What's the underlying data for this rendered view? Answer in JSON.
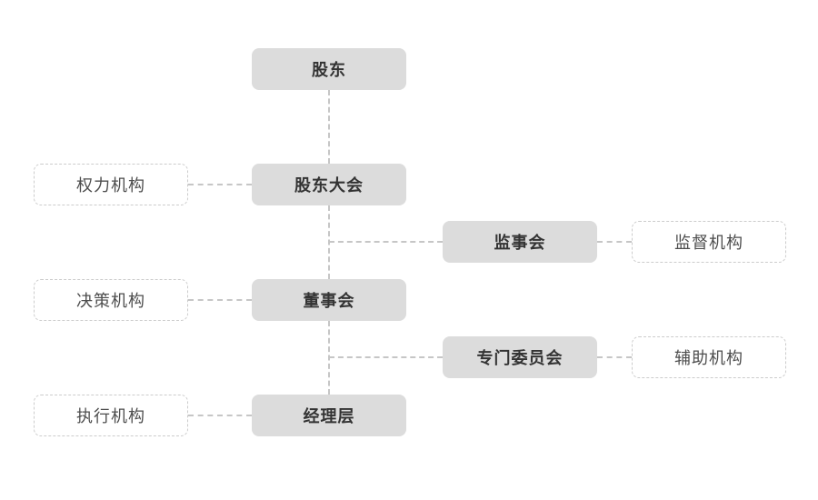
{
  "diagram": {
    "type": "org-chart",
    "language": "zh-CN",
    "colors": {
      "background": "#ffffff",
      "node_fill": "#dcdcdc",
      "node_text": "#333333",
      "annotation_border": "#cccccc",
      "annotation_text": "#4d4d4d",
      "connector": "#c6c6c6"
    },
    "main_nodes": [
      {
        "label": "股东"
      },
      {
        "label": "股东大会"
      },
      {
        "label": "监事会"
      },
      {
        "label": "董事会"
      },
      {
        "label": "专门委员会"
      },
      {
        "label": "经理层"
      }
    ],
    "role_labels": [
      {
        "label": "权力机构",
        "for": "股东大会",
        "side": "left"
      },
      {
        "label": "监督机构",
        "for": "监事会",
        "side": "right"
      },
      {
        "label": "决策机构",
        "for": "董事会",
        "side": "left"
      },
      {
        "label": "辅助机构",
        "for": "专门委员会",
        "side": "right"
      },
      {
        "label": "执行机构",
        "for": "经理层",
        "side": "left"
      }
    ],
    "edges": [
      {
        "from": "股东",
        "to": "股东大会",
        "style": "dashed",
        "orientation": "vertical"
      },
      {
        "from": "股东大会",
        "to": "董事会",
        "style": "dashed",
        "orientation": "vertical"
      },
      {
        "from": "董事会",
        "to": "经理层",
        "style": "dashed",
        "orientation": "vertical"
      },
      {
        "from": "股东大会→董事会干线",
        "to": "监事会",
        "style": "dashed",
        "orientation": "horizontal"
      },
      {
        "from": "董事会→经理层干线",
        "to": "专门委员会",
        "style": "dashed",
        "orientation": "horizontal"
      },
      {
        "from": "权力机构",
        "to": "股东大会",
        "style": "dashed",
        "orientation": "horizontal"
      },
      {
        "from": "监事会",
        "to": "监督机构",
        "style": "dashed",
        "orientation": "horizontal"
      },
      {
        "from": "决策机构",
        "to": "董事会",
        "style": "dashed",
        "orientation": "horizontal"
      },
      {
        "from": "专门委员会",
        "to": "辅助机构",
        "style": "dashed",
        "orientation": "horizontal"
      },
      {
        "from": "执行机构",
        "to": "经理层",
        "style": "dashed",
        "orientation": "horizontal"
      }
    ]
  }
}
